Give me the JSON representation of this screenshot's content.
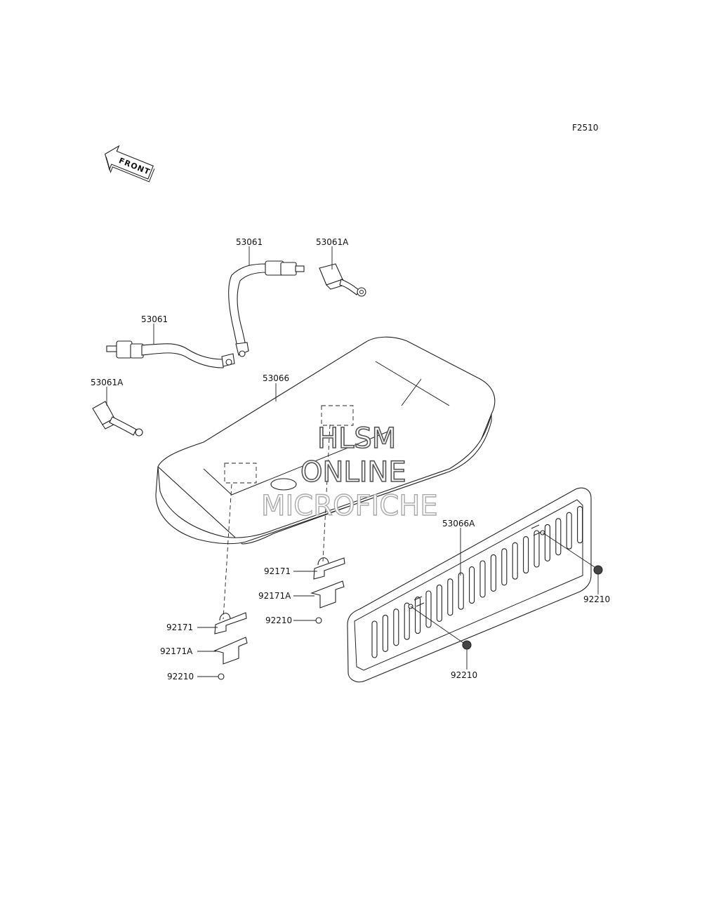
{
  "diagram_code": "F2510",
  "front_arrow_label": "FRONT",
  "watermark": {
    "line1": "HLSM",
    "line2": "ONLINE",
    "line3": "MICROFICHE"
  },
  "callouts": {
    "belt_upper": "53061",
    "buckle_upper": "53061A",
    "belt_lower": "53061",
    "buckle_lower": "53061A",
    "seat_cushion": "53066",
    "seat_back": "53066A",
    "bracket_center": "92171",
    "bracket_center_a": "92171A",
    "nut_center": "92210",
    "bracket_left": "92171",
    "bracket_left_a": "92171A",
    "nut_left": "92210",
    "nut_back_right": "92210",
    "nut_back_center": "92210"
  }
}
